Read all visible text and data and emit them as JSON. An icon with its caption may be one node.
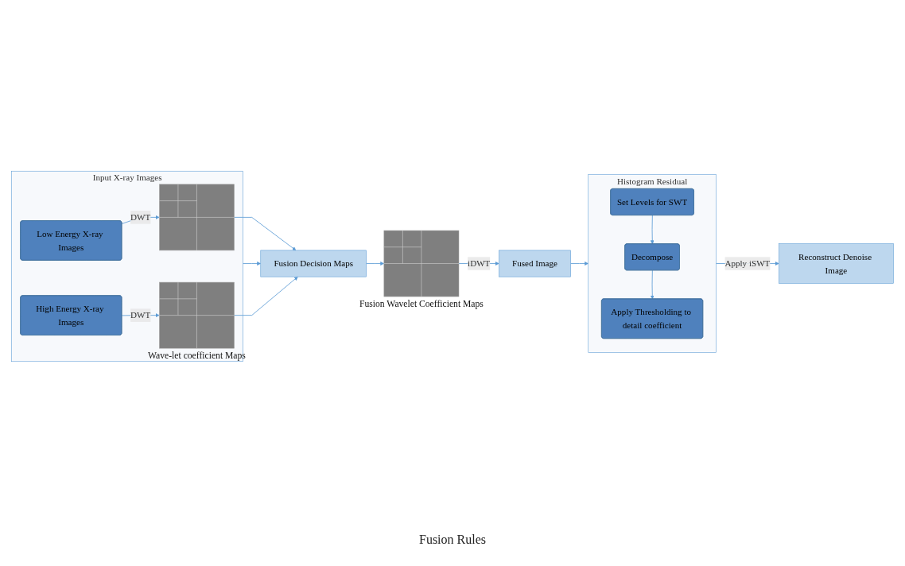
{
  "diagram": {
    "nodes": [
      {
        "text": [
          "Input X-ray Images"
        ]
      },
      {
        "text": [
          "Low Energy X-ray Images"
        ],
        "in": 0
      },
      {
        "text": [],
        "shape": "picture",
        "in": 0
      },
      {
        "text": [
          "High Energy X-ray Images"
        ],
        "in": 0
      },
      {
        "text": [],
        "shape": "picture",
        "in": 0,
        "beside": [
          "Wave-let coefficient Maps"
        ]
      },
      {
        "text": [
          "Fusion Decision Maps"
        ]
      },
      {
        "text": [],
        "shape": "picture",
        "beside": [
          "Fusion Wavelet Coefficient Maps"
        ]
      },
      {
        "text": [
          "Fused Image"
        ]
      },
      {
        "text": [
          "Histogram Residual"
        ]
      },
      {
        "text": [
          "Set Levels for SWT"
        ],
        "in": 8
      },
      {
        "text": [
          "Decompose"
        ],
        "in": 8
      },
      {
        "text": [
          "Apply Thresholding to detail coefficient"
        ],
        "in": 8
      },
      {
        "text": [
          "Reconstruct Denoise Image"
        ]
      }
    ],
    "edges": [
      {
        "from": 1,
        "to": 2,
        "arrow": "to",
        "label": "DWT"
      },
      {
        "from": 3,
        "to": 4,
        "arrow": "to",
        "label": "DWT"
      },
      {
        "from": 2,
        "to": 5,
        "arrow": "to"
      },
      {
        "from": 4,
        "to": 5,
        "arrow": "to"
      },
      {
        "from": 0,
        "to": 5,
        "arrow": "to"
      },
      {
        "from": 5,
        "to": 6,
        "arrow": "to"
      },
      {
        "from": 6,
        "to": 7,
        "arrow": "to",
        "label": "iDWT"
      },
      {
        "from": 7,
        "to": 8,
        "arrow": "to"
      },
      {
        "from": 9,
        "to": 10,
        "arrow": "to"
      },
      {
        "from": 10,
        "to": 11,
        "arrow": "to"
      },
      {
        "from": 8,
        "to": 12,
        "arrow": "to",
        "label": "Apply iSWT"
      }
    ],
    "labels": [
      "Fusion Rules"
    ]
  }
}
